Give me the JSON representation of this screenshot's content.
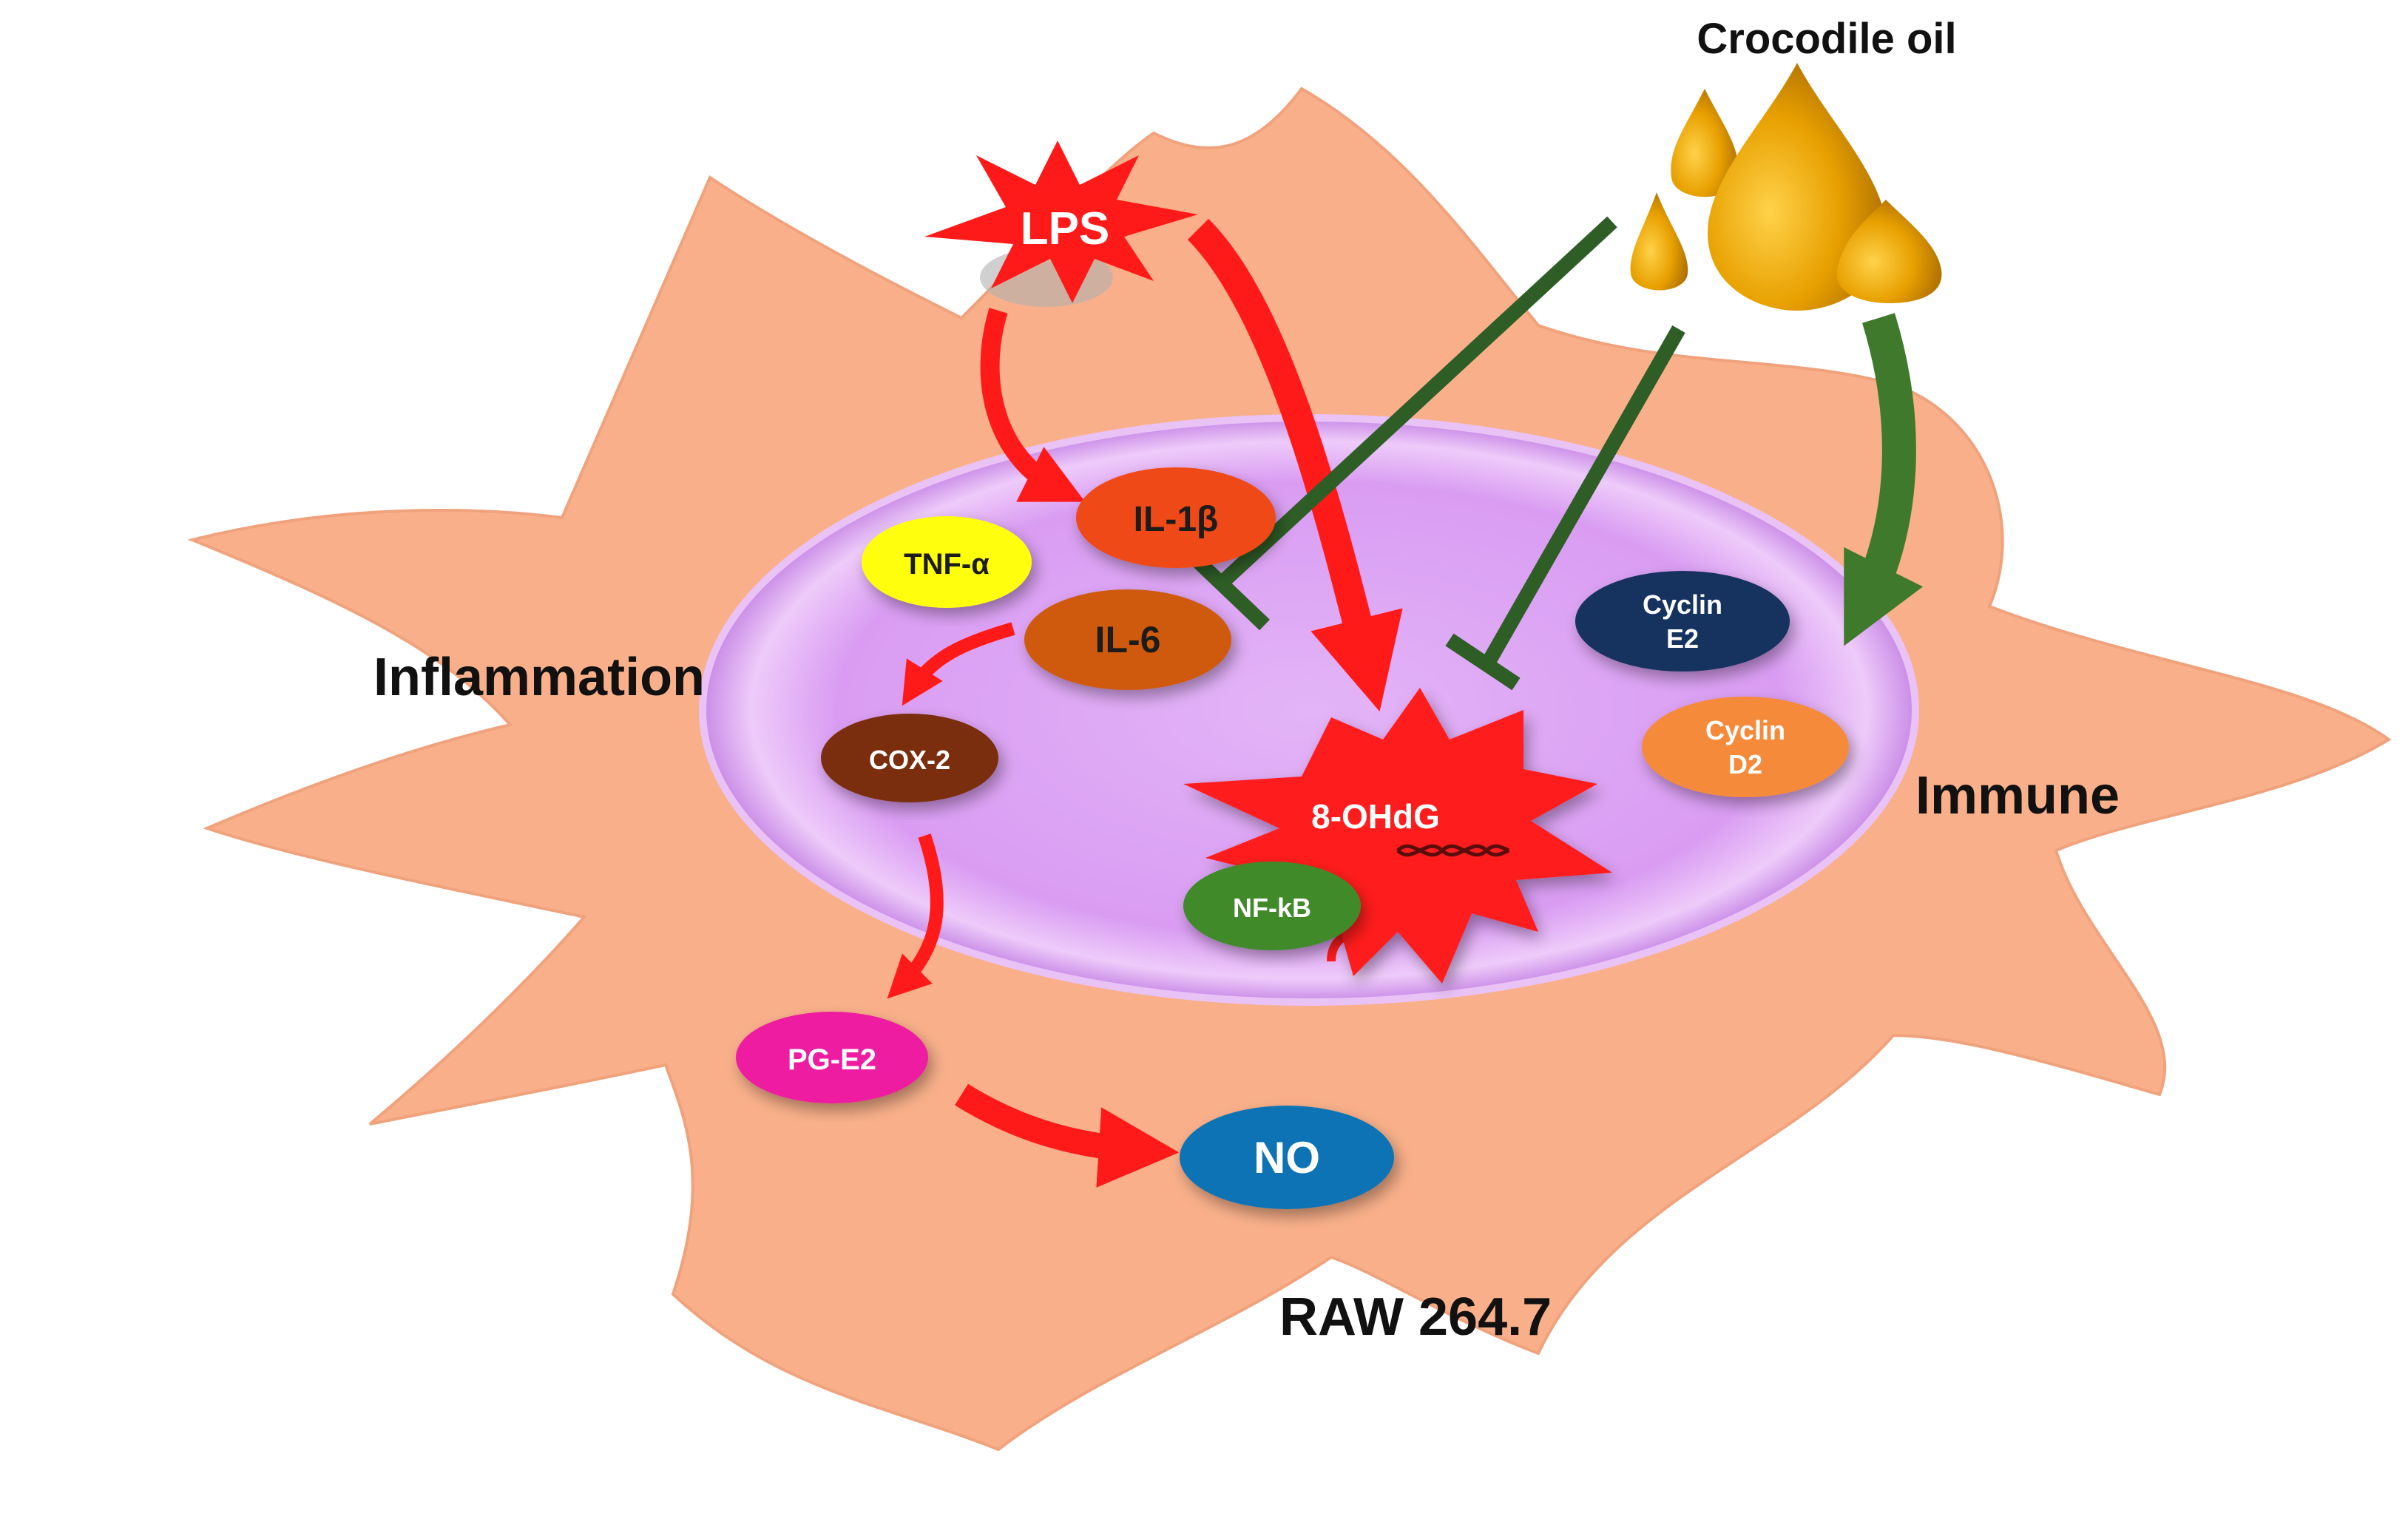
{
  "labels": {
    "crocodile_oil": "Crocodile oil",
    "lps": "LPS",
    "inflammation": "Inflammation",
    "immune": "Immune",
    "raw": "RAW 264.7"
  },
  "nodes": {
    "il1b": "IL-1β",
    "tnfa": "TNF-α",
    "il6": "IL-6",
    "cox2": "COX-2",
    "ohdg": "8-OHdG",
    "nfkb": "NF-kB",
    "cyclin_e2_line1": "Cyclin",
    "cyclin_e2_line2": "E2",
    "cyclin_d2_line1": "Cyclin",
    "cyclin_d2_line2": "D2",
    "pge2": "PG-E2",
    "no": "NO"
  },
  "colors": {
    "cell": "#f9b08a",
    "nucleus": "#dc9cf2",
    "activation": "#ff1a1a",
    "inhibition": "#2e5e26",
    "oil": "#e8a000",
    "il1b": "#ee4a16",
    "tnfa": "#ffff10",
    "il6": "#cf5a10",
    "cox2": "#7a2e0a",
    "nfkb": "#3f8a2c",
    "cyclin_e2": "#12325e",
    "cyclin_d2": "#f58a3a",
    "pge2": "#ee1ea0",
    "no": "#1173b5"
  }
}
